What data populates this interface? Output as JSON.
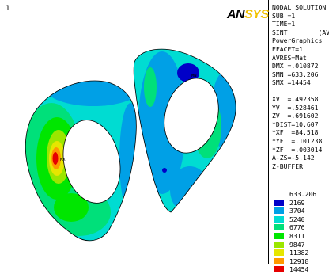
{
  "window_number": "1",
  "logo": {
    "an": "AN",
    "sys": "SYS"
  },
  "model": {
    "labels": {
      "mn": "MN",
      "mx": "MX"
    }
  },
  "info": {
    "lines_top": [
      "NODAL SOLUTION",
      "SUB =1",
      "TIME=1",
      "SINT        (AVG)",
      "PowerGraphics",
      "EFACET=1",
      "AVRES=Mat",
      "DMX =.010872",
      "SMN =633.206",
      "SMX =14454"
    ],
    "lines_view": [
      "XV  =.492358",
      "YV  =.528461",
      "ZV  =.691602",
      "*DIST=10.607",
      "*XF  =84.518",
      "*YF  =.101238",
      "*ZF  =.003014",
      "A-ZS=-5.142",
      "Z-BUFFER"
    ]
  },
  "legend": {
    "min_label": "633.206",
    "items": [
      {
        "value": "2169",
        "color": "#0000c8"
      },
      {
        "value": "3704",
        "color": "#00a0e6"
      },
      {
        "value": "5240",
        "color": "#00dcd2"
      },
      {
        "value": "6776",
        "color": "#00e07a"
      },
      {
        "value": "8311",
        "color": "#00e600"
      },
      {
        "value": "9847",
        "color": "#9be600"
      },
      {
        "value": "11382",
        "color": "#e6e600"
      },
      {
        "value": "12918",
        "color": "#ff9900"
      },
      {
        "value": "14454",
        "color": "#e60000"
      }
    ]
  }
}
